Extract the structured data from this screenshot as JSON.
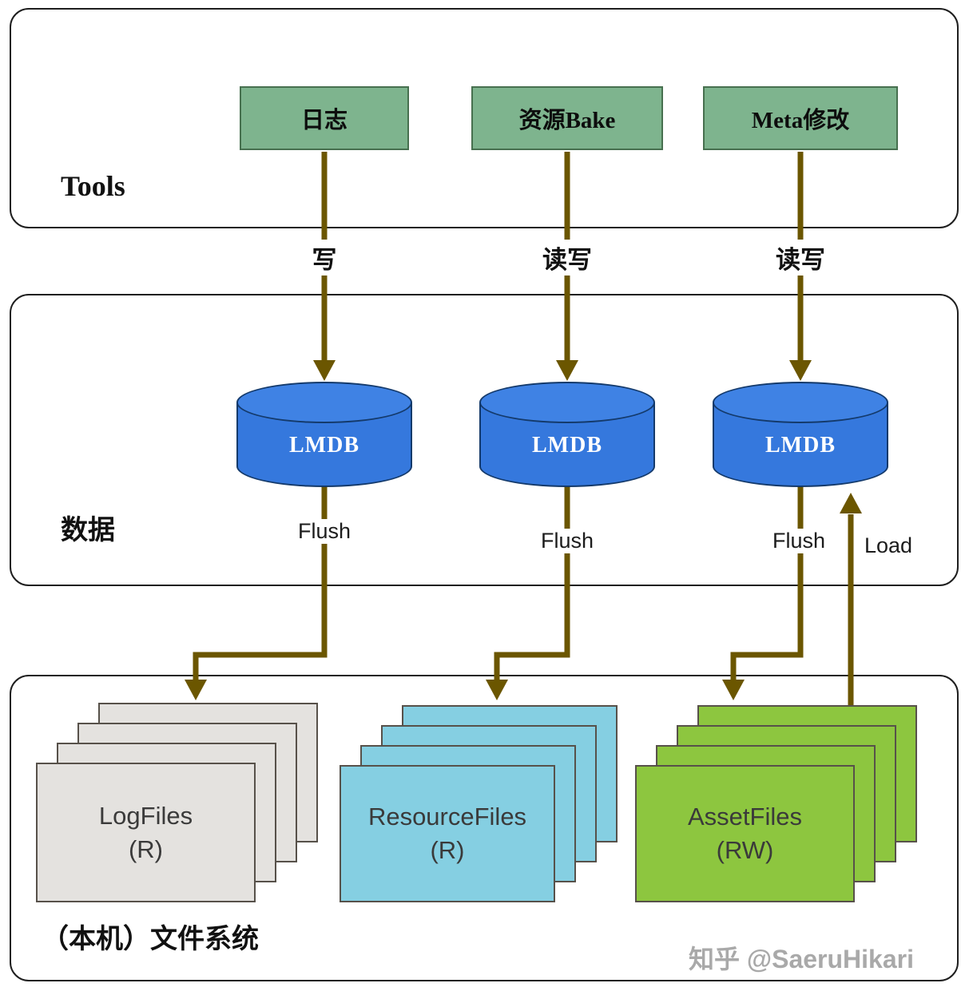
{
  "diagram": {
    "sections": {
      "tools": {
        "label": "Tools"
      },
      "data": {
        "label": "数据"
      },
      "filesystem": {
        "label": "（本机）文件系统"
      }
    },
    "tool_boxes": [
      {
        "label": "日志",
        "access": "写"
      },
      {
        "label": "资源Bake",
        "access": "读写"
      },
      {
        "label": "Meta修改",
        "access": "读写"
      }
    ],
    "databases": [
      {
        "label": "LMDB",
        "flow": "Flush"
      },
      {
        "label": "LMDB",
        "flow": "Flush"
      },
      {
        "label": "LMDB",
        "flow": "Flush"
      }
    ],
    "load_label": "Load",
    "file_stacks": [
      {
        "name": "LogFiles",
        "mode": "(R)",
        "color": "#e4e2df"
      },
      {
        "name": "ResourceFiles",
        "mode": "(R)",
        "color": "#85cfe2"
      },
      {
        "name": "AssetFiles",
        "mode": "(RW)",
        "color": "#8dc63f"
      }
    ],
    "watermark": "知乎 @SaeruHikari",
    "colors": {
      "tool_box_fill": "#7eb48e",
      "database_fill": "#3578dd",
      "arrow": "#6b5600",
      "section_border": "#1e1e1e"
    }
  }
}
